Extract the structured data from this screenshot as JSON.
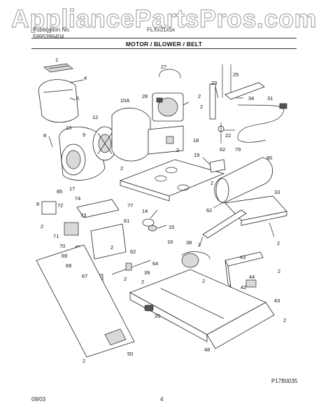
{
  "watermark": "AppliancePartsPros.com",
  "header": {
    "publication_label": "Publication No.",
    "publication_number": "5995396404",
    "model": "FLXx31x5x",
    "section_title": "MOTOR / BLOWER / BELT"
  },
  "footer": {
    "date": "09/03",
    "page": "4",
    "figure_code": "P17B0035"
  },
  "part_labels": [
    "1",
    "4",
    "6",
    "8",
    "10",
    "10A",
    "12",
    "9",
    "2",
    "17",
    "85",
    "8",
    "72",
    "74",
    "73",
    "71",
    "70",
    "69",
    "68",
    "67",
    "2",
    "27",
    "28",
    "2",
    "23",
    "25",
    "34",
    "31",
    "18",
    "22",
    "62",
    "19",
    "79",
    "80",
    "33",
    "77",
    "14",
    "15",
    "61",
    "16",
    "62",
    "64",
    "38",
    "62",
    "2",
    "43",
    "39",
    "2",
    "42",
    "44",
    "43",
    "26",
    "2",
    "48",
    "50",
    "2",
    "2",
    "2",
    "2",
    "2",
    "2",
    "2",
    "2",
    "2"
  ]
}
